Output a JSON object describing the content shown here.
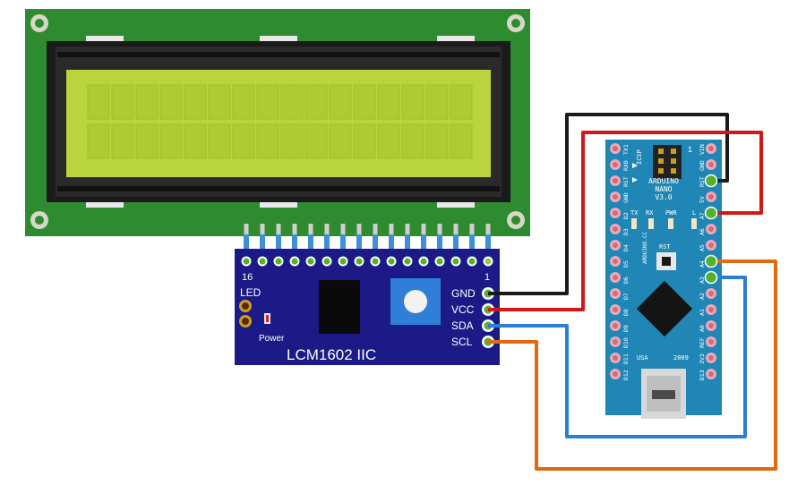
{
  "colors": {
    "lcd_pcb": "#2e8b30",
    "lcd_bezel": "#1b1b1b",
    "lcd_screen": "#b9d43c",
    "iic_board": "#1c1a86",
    "nano_board": "#1f86b5",
    "wire_gnd": "#1a1a1a",
    "wire_vcc": "#d01818",
    "wire_sda": "#2a7fd4",
    "wire_scl": "#e06a12"
  },
  "icons": [
    "potentiometer-icon",
    "chip-icon",
    "usb-port-icon",
    "reset-button-icon"
  ],
  "lcd": {
    "pin_label_left": "16",
    "pin_label_right": "1"
  },
  "iic_module": {
    "title": "LCM1602 IIC",
    "led_label": "LED",
    "power_label": "Power",
    "pins": [
      {
        "label": "GND"
      },
      {
        "label": "VCC"
      },
      {
        "label": "SDA"
      },
      {
        "label": "SCL"
      }
    ]
  },
  "nano": {
    "name_line1": "ARDUINO",
    "name_line2": "NANO",
    "version": "V3.0",
    "icsp_label": "ICSP",
    "icsp_pin1": "1",
    "site": "ARDUINO.CC",
    "year": "2009",
    "usa": "USA",
    "rst_label": "RST",
    "led_labels": [
      "TX",
      "RX",
      "PWR",
      "L"
    ],
    "left_pins": [
      "TX1",
      "RX0",
      "RST",
      "GND",
      "D2",
      "D3",
      "D4",
      "D5",
      "D6",
      "D7",
      "D8",
      "D9",
      "D10",
      "D11",
      "D12"
    ],
    "right_pins": [
      "VIN",
      "GND",
      "RST",
      "5V",
      "A7",
      "A6",
      "A5",
      "A4",
      "A3",
      "A2",
      "A1",
      "A0",
      "REF",
      "3V3",
      "D13"
    ]
  }
}
